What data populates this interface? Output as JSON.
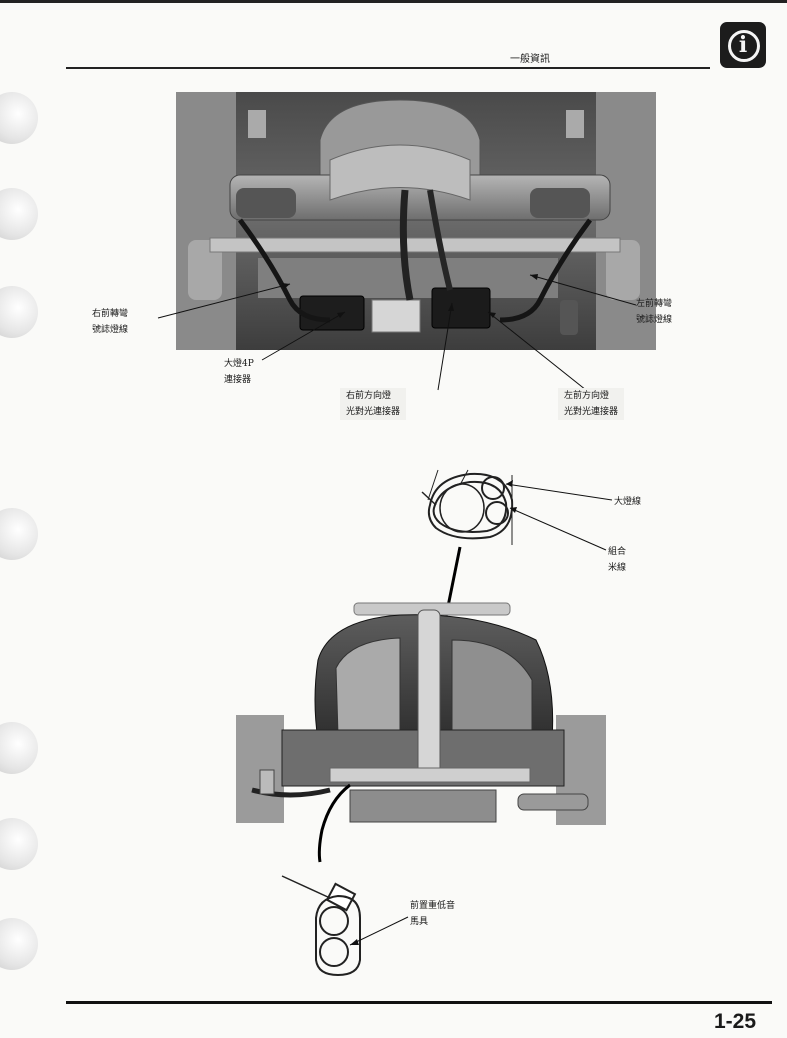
{
  "header": {
    "section_title": "一般資訊",
    "info_icon": "info-icon"
  },
  "figure1": {
    "labels": {
      "right_turn_wire": "右前轉彎\n號誌燈線",
      "left_turn_wire": "左前轉彎\n號誌燈線",
      "headlight_connector": "大燈4P\n連接器",
      "right_position_connector": "右前方向燈\n光對光連接器",
      "left_position_connector": "左前方向燈\n光對光連接器"
    }
  },
  "figure2": {
    "labels": {
      "headlight_wire": "大燈線",
      "combo_meter_wire": "組合\n米線",
      "clamp": "前置重低音\n馬具"
    }
  },
  "footer": {
    "page_number": "1-25"
  }
}
